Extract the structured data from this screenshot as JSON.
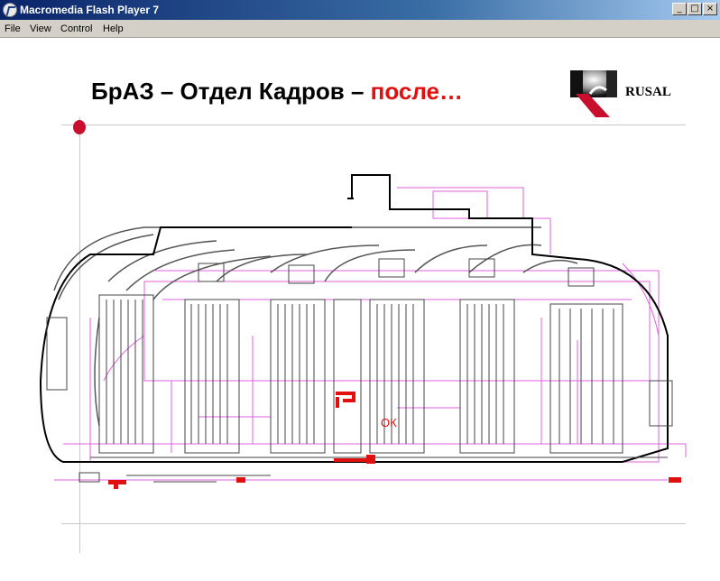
{
  "window": {
    "title": "Macromedia Flash Player 7",
    "controls": {
      "minimize": "_",
      "maximize": "□",
      "close": "×"
    }
  },
  "menu": {
    "items": [
      {
        "label": "File"
      },
      {
        "label": "View"
      },
      {
        "label": "Control"
      },
      {
        "label": "Help"
      }
    ]
  },
  "slide": {
    "title_main": "БрАЗ – Отдел Кадров – ",
    "title_accent": "после…",
    "logo_text": "RUSAL",
    "map_label_ok": "ОК"
  },
  "colors": {
    "accent": "#e01010",
    "outline": "#000000",
    "rail": "#555555",
    "layout": "#e060e0",
    "marker": "#c8102e"
  }
}
